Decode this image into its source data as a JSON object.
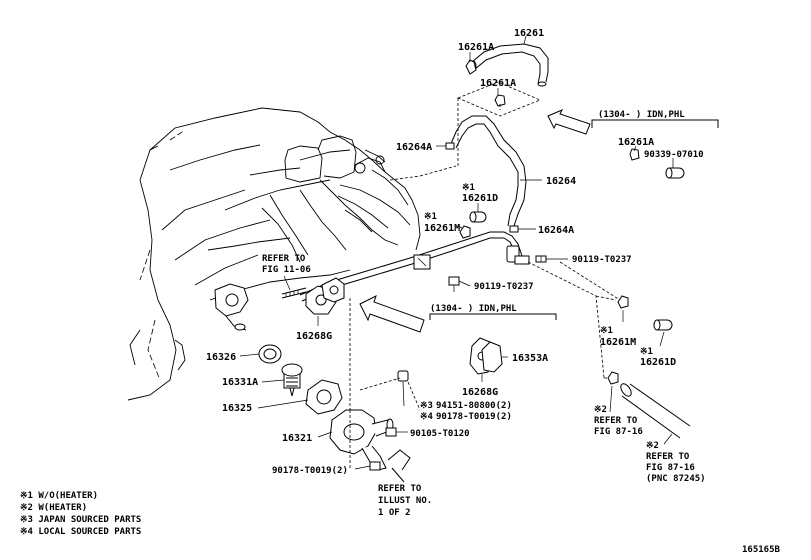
{
  "parts": {
    "p16261": "16261",
    "p16261A_top": "16261A",
    "p16261A_mid": "16261A",
    "p16261A_box": "16261A",
    "p90339": "90339-07010",
    "p16264A_top": "16264A",
    "p16264": "16264",
    "p16261D_top": "16261D",
    "p16261M_top": "16261M",
    "p16264A_bot": "16264A",
    "p90119_right": "90119-T0237",
    "p90119_mid": "90119-T0237",
    "p16268G_top": "16268G",
    "p16353A": "16353A",
    "p16268G_bot": "16268G",
    "p16326": "16326",
    "p16331A": "16331A",
    "p16325": "16325",
    "p16321": "16321",
    "p90105": "90105-T0120",
    "p94151": "94151-80800(2)",
    "p90178_a": "90178-T0019(2)",
    "p90178_b": "90178-T0019(2)",
    "p16261M_right": "16261M",
    "p16261D_right": "16261D"
  },
  "marks": {
    "m1": "※1",
    "m2": "※2",
    "m3": "※3",
    "m4": "※4"
  },
  "notes": {
    "box_top": "(1304-    ) IDN,PHL",
    "box_mid": "(1304-    ) IDN,PHL",
    "refer_fig_1": "REFER TO",
    "refer_fig_2": "FIG 11-06",
    "refer_87a_1": "REFER TO",
    "refer_87a_2": "FIG 87-16",
    "refer_87b_1": "REFER TO",
    "refer_87b_2": "FIG 87-16",
    "refer_87b_3": "(PNC 87245)",
    "refer_illust_1": "REFER TO",
    "refer_illust_2": "ILLUST NO.",
    "refer_illust_3": "1 OF 2"
  },
  "legend": [
    "※1 W/O(HEATER)",
    "※2 W(HEATER)",
    "※3 JAPAN SOURCED PARTS",
    "※4 LOCAL SOURCED PARTS"
  ],
  "diagram_id": "165165B"
}
